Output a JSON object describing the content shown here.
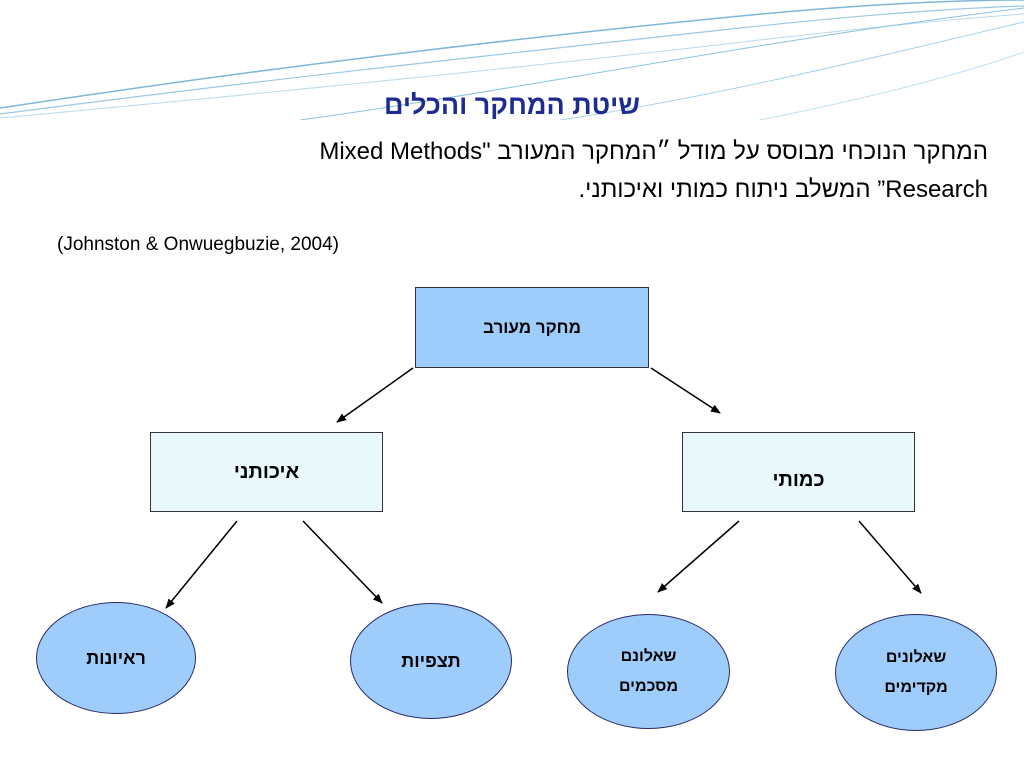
{
  "slide": {
    "title": "שיטת המחקר והכלים",
    "line1": "המחקר הנוכחי מבוסס על מודל ״המחקר המעורב  \"Mixed Methods",
    "line2": "Research” המשלב ניתוח כמותי ואיכותני.",
    "citation": "(Johnston & Onwuegbuzie, 2004)"
  },
  "diagram": {
    "root": "מחקר מעורב",
    "qualitative": "איכותני",
    "quantitative": "כמותי",
    "interviews": "ראיונות",
    "observations": "תצפיות",
    "closed_questionnaires": [
      "שאלונם",
      "מסכמים"
    ],
    "pre_questionnaires": [
      "שאלונים",
      "מקדימים"
    ]
  },
  "colors": {
    "title": "#1f2c8f",
    "root_fill": "#9fcdfb",
    "branch_fill": "#e8f8fb",
    "leaf_fill": "#9fcdfb",
    "decoration": "#7fb7d9"
  }
}
